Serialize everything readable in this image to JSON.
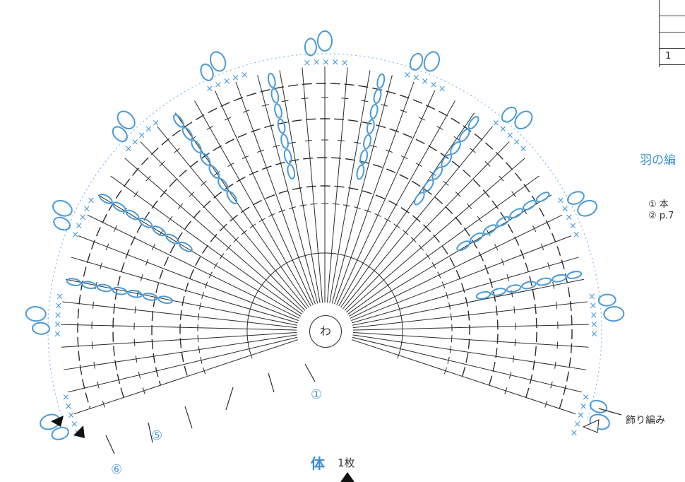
{
  "center_ring": "わ",
  "round_markers": [
    "①",
    "⑤",
    "⑥"
  ],
  "title": {
    "main": "体",
    "count": "1枚"
  },
  "side_label": "飾り編み",
  "right_heading": "羽の編",
  "right_notes": [
    "① 本",
    "② p.7"
  ],
  "table_last_row": "1",
  "colors": {
    "blue": "#4a9ad8",
    "black": "#2a2a2a",
    "dotted": "#7fb6e8"
  }
}
